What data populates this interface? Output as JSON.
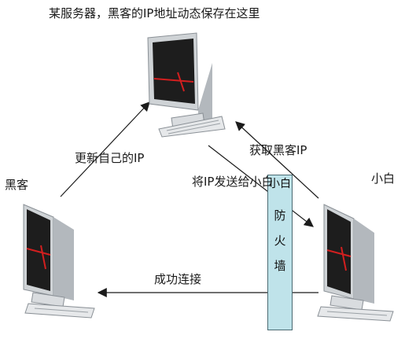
{
  "title": "某服务器，黑客的IP地址动态保存在这里",
  "nodes": {
    "hacker_label": "黑客",
    "xiaobai_label": "小白"
  },
  "edges": {
    "update_ip": "更新自己的IP",
    "get_ip": "获取黑客IP",
    "send_ip": "将IP发送给小白",
    "connect": "成功连接"
  },
  "firewall": {
    "chars": [
      "小白",
      "防",
      "火",
      "墙"
    ]
  },
  "colors": {
    "arrow": "#1b1b1b",
    "firewall_fill": "#bfe3ea",
    "screen": "#1d1d1d",
    "red_line": "#d21f1f",
    "monitor_frame": "#cfd3d6"
  }
}
